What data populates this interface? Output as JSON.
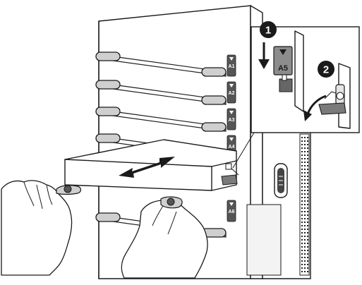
{
  "slots": [
    "A1",
    "A2",
    "A3",
    "A4",
    "A5",
    "A6"
  ],
  "callout": {
    "slot_label": "A5",
    "steps": [
      "1",
      "2"
    ]
  },
  "icons": [
    "move-arrow-icon",
    "press-down-arrow-icon",
    "rotate-arrow-icon",
    "hand-icon"
  ]
}
